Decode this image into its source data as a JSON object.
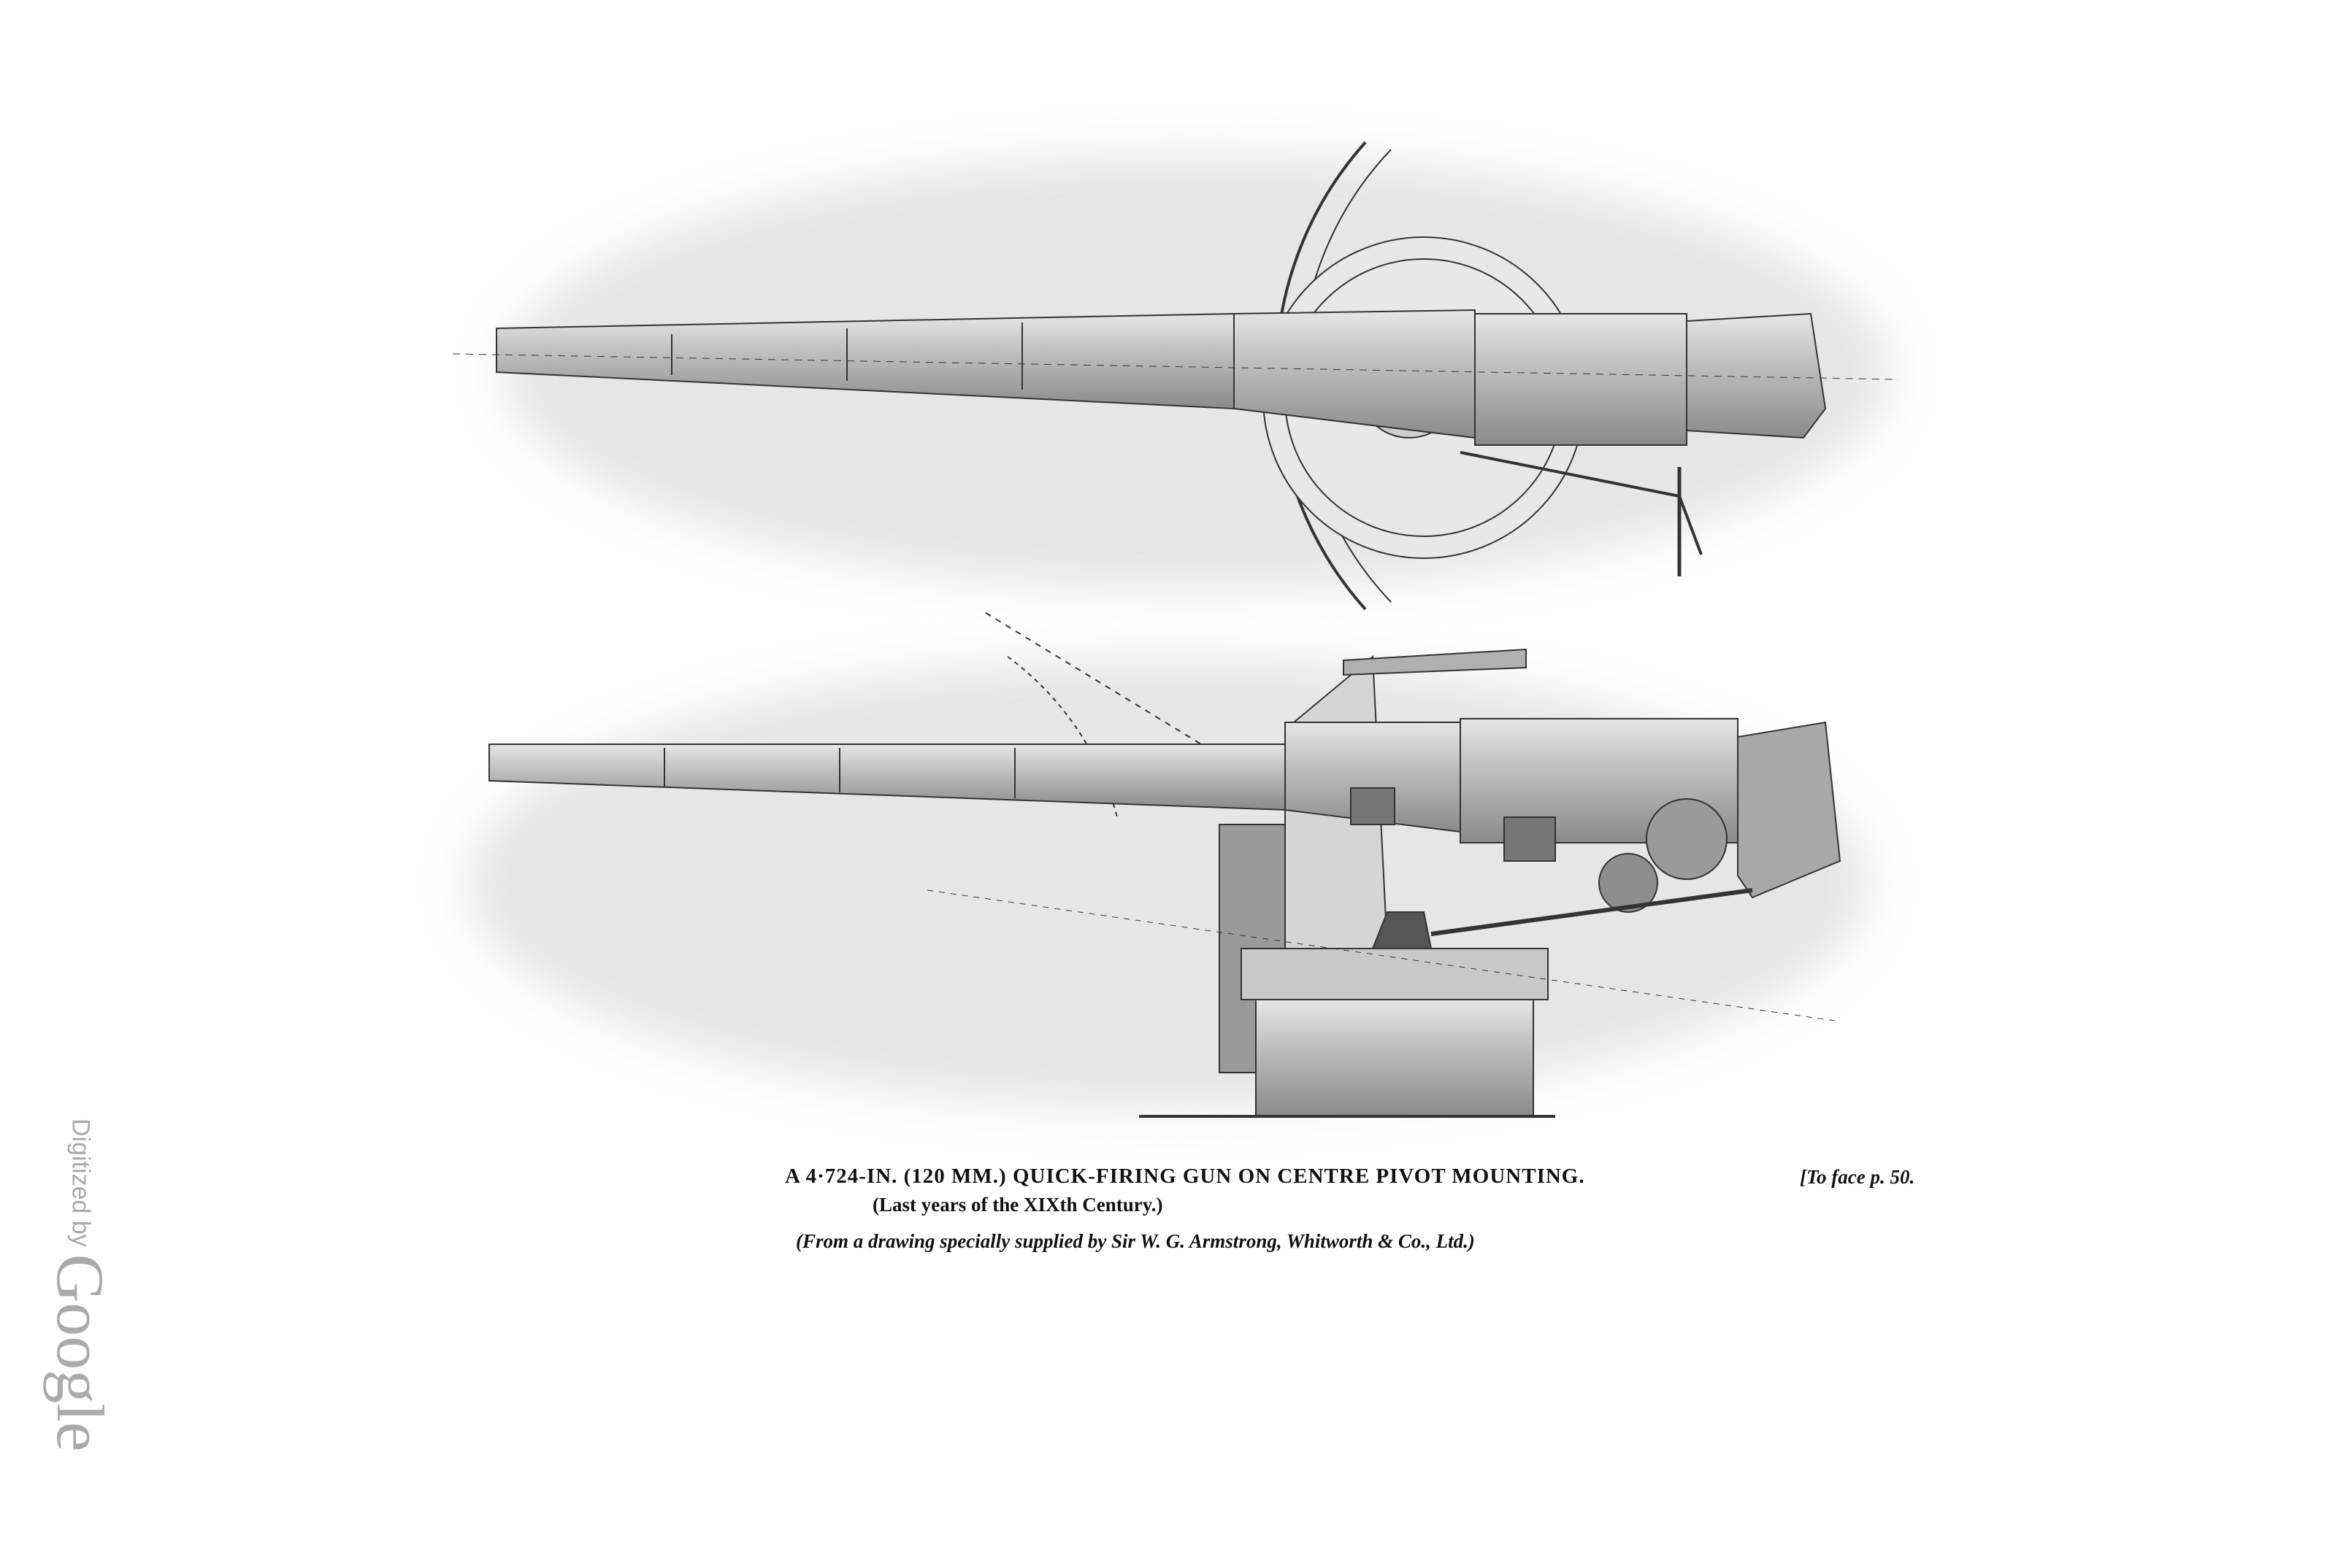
{
  "caption": {
    "title": "A 4·724-IN. (120 MM.) QUICK-FIRING GUN ON CENTRE PIVOT MOUNTING.",
    "subtitle": "(Last years of the XIXth Century.)",
    "credit": "(From a drawing specially supplied by Sir W. G. Armstrong, Whitworth & Co., Ltd.)",
    "facing_page": "[To face p. 50."
  },
  "watermark": {
    "prefix": "Digitized by",
    "brand": "Google"
  },
  "colors": {
    "ink": "#111111",
    "shade": "#d8d8d8",
    "metal": "#b5b5b5",
    "watermark": "#aaaaaa"
  }
}
